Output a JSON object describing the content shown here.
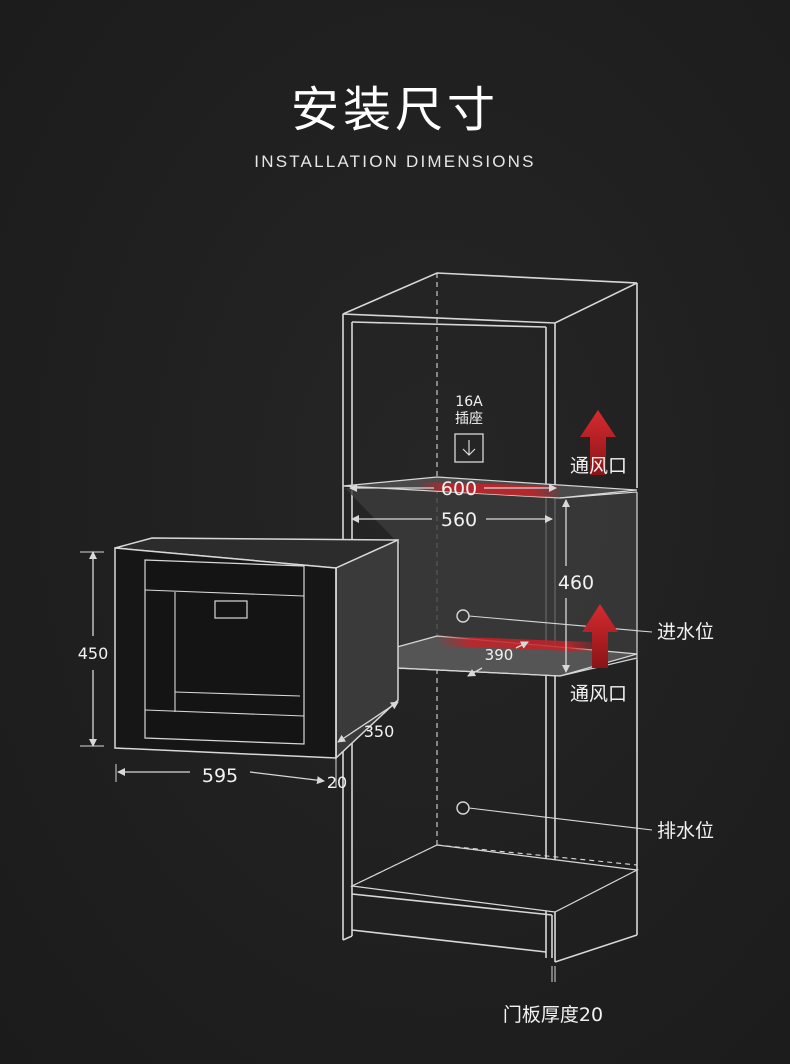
{
  "header": {
    "title": "安装尺寸",
    "subtitle": "INSTALLATION DIMENSIONS"
  },
  "socket": {
    "rating": "16A",
    "label": "插座"
  },
  "dimensions": {
    "cabinet_width": "600",
    "niche_width": "560",
    "niche_height": "460",
    "niche_depth": "390",
    "oven_height": "450",
    "oven_width": "595",
    "oven_depth": "350",
    "oven_door_thickness": "20"
  },
  "callouts": {
    "vent_top": "通风口",
    "vent_bottom": "通风口",
    "water_inlet": "进水位",
    "water_drain": "排水位",
    "door_panel": "门板厚度20"
  },
  "colors": {
    "background": "#1f1f1f",
    "line": "#d8d8d8",
    "accent_red": "#c42227",
    "text": "#f2f2f2"
  }
}
